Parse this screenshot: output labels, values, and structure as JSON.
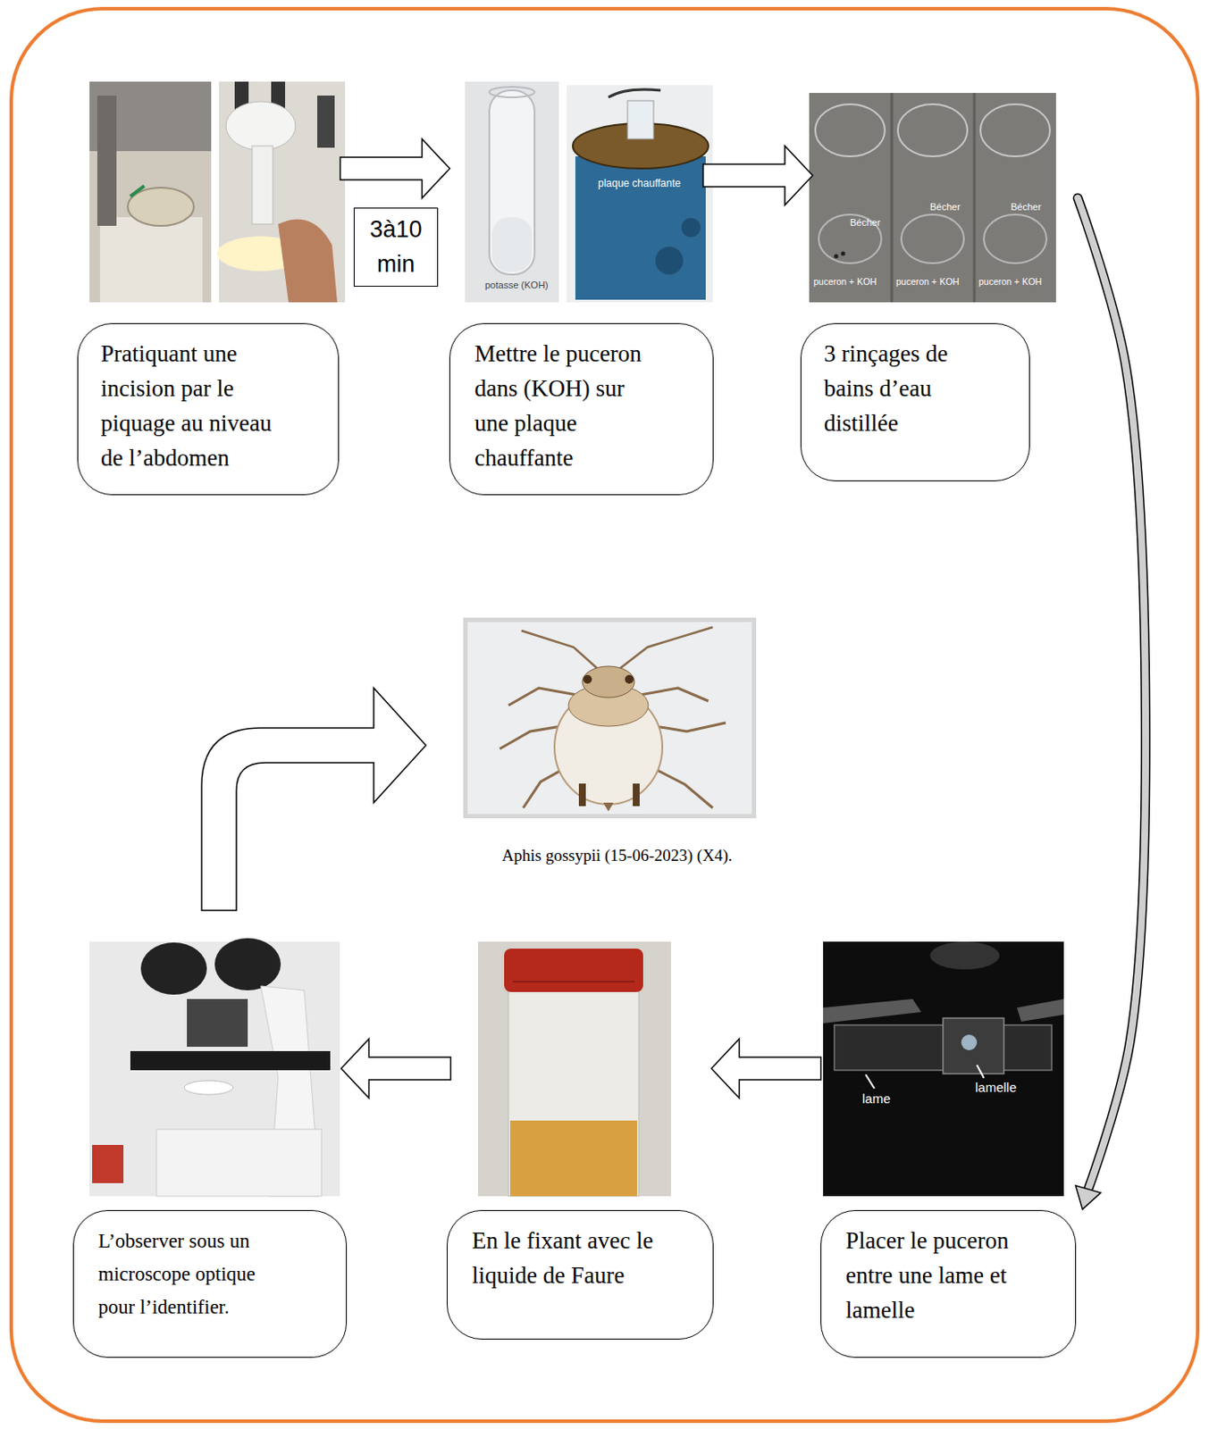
{
  "diagram": {
    "caption": "Aphis gossypii (15-06-2023) (X4).",
    "nodes": [
      {
        "text": [
          "Pratiquant une incision par le piquage au niveau de l’abdomen"
        ]
      },
      {
        "text": [
          "3à10 min"
        ]
      },
      {
        "text": [
          "Mettre le puceron dans (KOH) sur une plaque chauffante"
        ]
      },
      {
        "text": [
          "3 rinçages de bains d’eau distillée"
        ]
      },
      {
        "text": [
          "Placer le puceron entre une lame et lamelle"
        ]
      },
      {
        "text": [
          "En le fixant avec le liquide de Faure"
        ]
      },
      {
        "text": [
          "L’observer sous un microscope optique pour l’identifier."
        ]
      }
    ],
    "edges": [
      {
        "from": 0,
        "to": 2,
        "arrow": "to"
      },
      {
        "from": 2,
        "to": 3,
        "arrow": "to"
      },
      {
        "from": 3,
        "to": 4,
        "arrow": "to"
      },
      {
        "from": 4,
        "to": 5,
        "arrow": "to"
      },
      {
        "from": 5,
        "to": 6,
        "arrow": "to"
      }
    ],
    "labels": [
      "potasse (KOH)",
      "plaque chauffante",
      "Bécher",
      "Bécher",
      "Bécher",
      "puceron + KOH",
      "puceron + KOH",
      "puceron + KOH",
      "lame",
      "lamelle"
    ]
  }
}
